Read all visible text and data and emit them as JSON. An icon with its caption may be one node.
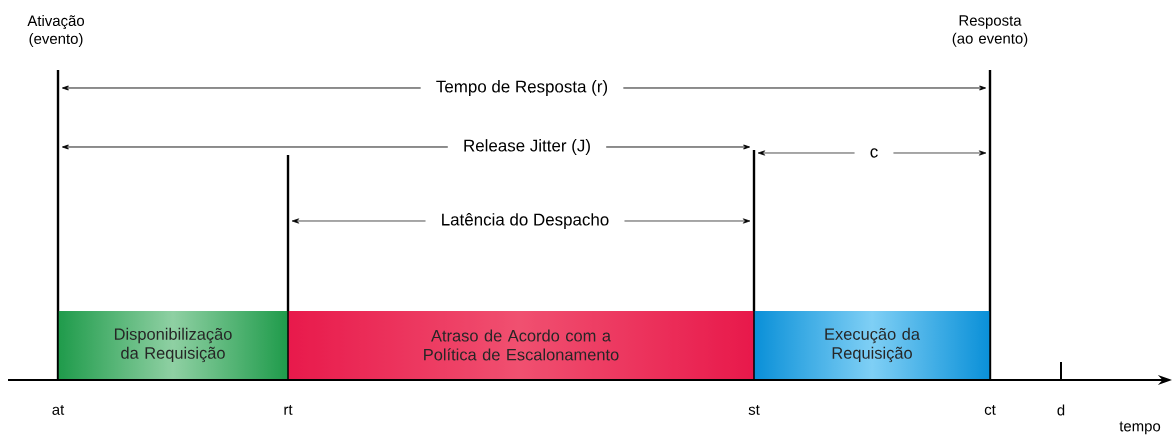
{
  "diagram": {
    "nodes": [
      {
        "text": [
          "Disponibilização da Requisição"
        ]
      },
      {
        "text": [
          "Atraso de Acordo com a Política de Escalonamento"
        ]
      },
      {
        "text": [
          "Execução da Requisição"
        ]
      }
    ],
    "labels": [
      "Ativação (evento)",
      "Resposta (ao evento)",
      "Tempo de Resposta (r)",
      "Release Jitter (J)",
      "c",
      "Latência do Despacho",
      "at",
      "rt",
      "st",
      "ct",
      "d",
      "tempo"
    ]
  }
}
